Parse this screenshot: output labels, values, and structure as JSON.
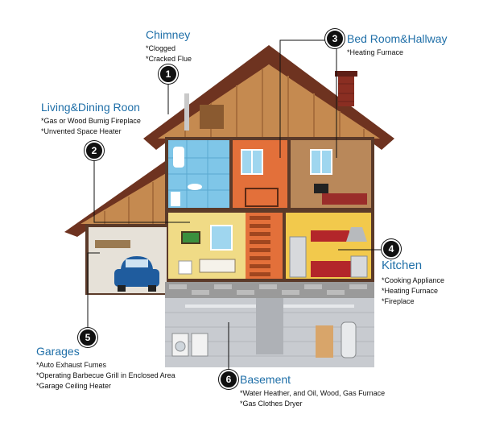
{
  "areas": [
    {
      "number": "1",
      "title": "Chimney",
      "items": [
        "*Clogged",
        "*Cracked Flue"
      ]
    },
    {
      "number": "2",
      "title": "Living&Dining Roon",
      "items": [
        "*Gas or Wood Bumig Fireplace",
        "*Unvented Space Heater"
      ]
    },
    {
      "number": "3",
      "title": "Bed Room&Hallway",
      "items": [
        "*Heating Furnace"
      ]
    },
    {
      "number": "4",
      "title": "Kitchen",
      "items": [
        "*Cooking Appliance",
        "*Heating Furnace",
        "*Fireplace"
      ]
    },
    {
      "number": "5",
      "title": "Garages",
      "items": [
        "*Auto Exhaust Fumes",
        "*Operating Barbecue Grill in Enclosed Area",
        "*Garage Ceiling Heater"
      ]
    },
    {
      "number": "6",
      "title": "Basement",
      "items": [
        "*Water Heather, and Oil, Wood, Gas Furnace",
        "*Gas Clothes Dryer"
      ]
    }
  ],
  "colors": {
    "title": "#1f6fa8",
    "roof": "#7a3a22",
    "wood_wall": "#c58a50",
    "bathroom": "#7fc6e8",
    "orange_room": "#e3703a",
    "bedroom": "#b9885a",
    "living": "#f0db86",
    "kitchen": "#f2c94c",
    "garage": "#e6e1d8",
    "basement": "#c8cbd0",
    "stone": "#9a9a9a"
  }
}
